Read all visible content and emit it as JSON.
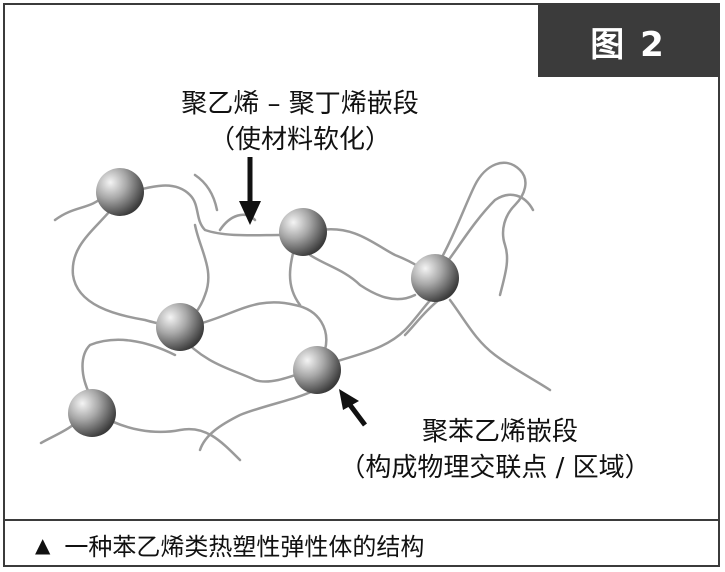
{
  "badge": {
    "label": "图 2"
  },
  "labels": {
    "soft_segment_title": "聚乙烯 – 聚丁烯嵌段",
    "soft_segment_note": "（使材料软化）",
    "hard_segment_title": "聚苯乙烯嵌段",
    "hard_segment_note": "（构成物理交联点 / 区域）"
  },
  "caption": {
    "marker": "▲",
    "text": "一种苯乙烯类热塑性弹性体的结构"
  },
  "colors": {
    "frame": "#3b3b3b",
    "chain": "#9a9a9a",
    "sphere_light": "#f2f2f2",
    "sphere_dark": "#3a3a3a"
  }
}
